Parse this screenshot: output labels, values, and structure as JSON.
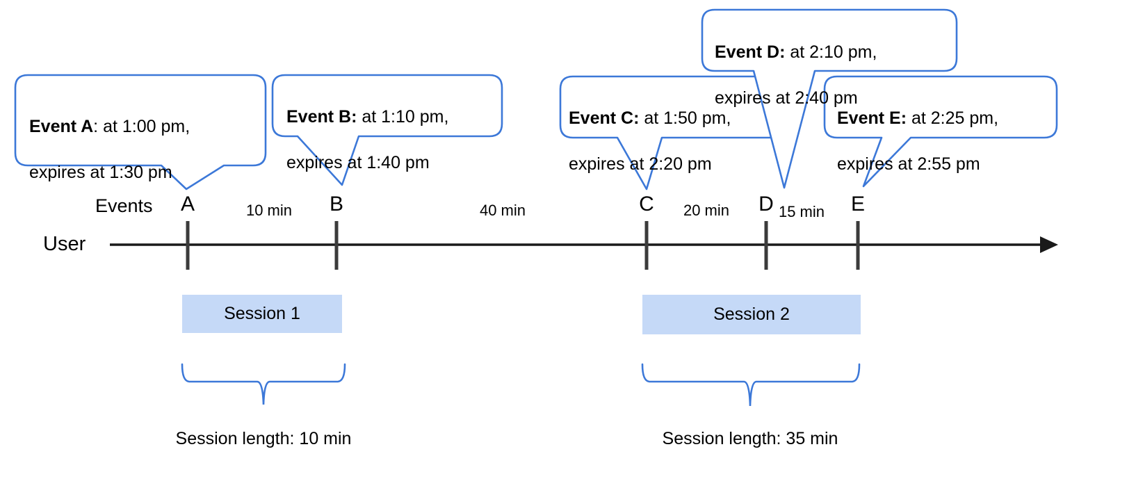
{
  "diagram": {
    "lane_label": "User",
    "events_label": "Events",
    "accent_color": "#3c78d8",
    "session_fill": "#c5d9f7",
    "axis_color": "#3b3b3b",
    "callouts": [
      {
        "id": "A",
        "lead": "Event A",
        "separator": ": ",
        "line1": "at 1:00 pm,",
        "line2": "expires at 1:30 pm",
        "full": "Event A: at 1:00 pm, expires at 1:30 pm"
      },
      {
        "id": "B",
        "lead": "Event B:",
        "separator": " ",
        "line1": "at 1:10 pm,",
        "line2": "expires at 1:40 pm",
        "full": "Event B: at 1:10 pm, expires at 1:40 pm"
      },
      {
        "id": "C",
        "lead": "Event C:",
        "separator": " ",
        "line1": "at 1:50 pm,",
        "line2": "expires at 2:20 pm",
        "full": "Event C: at 1:50 pm, expires at 2:20 pm"
      },
      {
        "id": "D",
        "lead": "Event D:",
        "separator": " ",
        "line1": "at 2:10 pm,",
        "line2": "expires at 2:40 pm",
        "full": "Event D: at 2:10 pm, expires at 2:40 pm"
      },
      {
        "id": "E",
        "lead": "Event E:",
        "separator": " ",
        "line1": "at 2:25 pm,",
        "line2": "expires at 2:55 pm",
        "full": "Event E: at 2:25 pm, expires at 2:55 pm"
      }
    ],
    "ticks": [
      {
        "letter": "A",
        "time": "1:00 pm"
      },
      {
        "letter": "B",
        "time": "1:10 pm"
      },
      {
        "letter": "C",
        "time": "1:50 pm"
      },
      {
        "letter": "D",
        "time": "2:10 pm"
      },
      {
        "letter": "E",
        "time": "2:25 pm"
      }
    ],
    "gaps": [
      {
        "label": "10 min",
        "from": "A",
        "to": "B"
      },
      {
        "label": "40 min",
        "from": "B",
        "to": "C"
      },
      {
        "label": "20 min",
        "from": "C",
        "to": "D"
      },
      {
        "label": "15 min",
        "from": "D",
        "to": "E"
      }
    ],
    "sessions": [
      {
        "name": "Session 1",
        "length_label": "Session length: 10 min"
      },
      {
        "name": "Session 2",
        "length_label": "Session length: 35 min"
      }
    ]
  },
  "chart_data": {
    "type": "timeline",
    "title": "Event sessionization timeline",
    "xlabel": "",
    "ylabel": "User",
    "events": [
      {
        "name": "A",
        "start": "1:00 pm",
        "expires": "1:30 pm"
      },
      {
        "name": "B",
        "start": "1:10 pm",
        "expires": "1:40 pm"
      },
      {
        "name": "C",
        "start": "1:50 pm",
        "expires": "2:20 pm"
      },
      {
        "name": "D",
        "start": "2:10 pm",
        "expires": "2:40 pm"
      },
      {
        "name": "E",
        "start": "2:25 pm",
        "expires": "2:55 pm"
      }
    ],
    "intervals_min": [
      10,
      40,
      20,
      15
    ],
    "sessions": [
      {
        "name": "Session 1",
        "events": [
          "A",
          "B"
        ],
        "length_min": 10
      },
      {
        "name": "Session 2",
        "events": [
          "C",
          "D",
          "E"
        ],
        "length_min": 35
      }
    ]
  }
}
